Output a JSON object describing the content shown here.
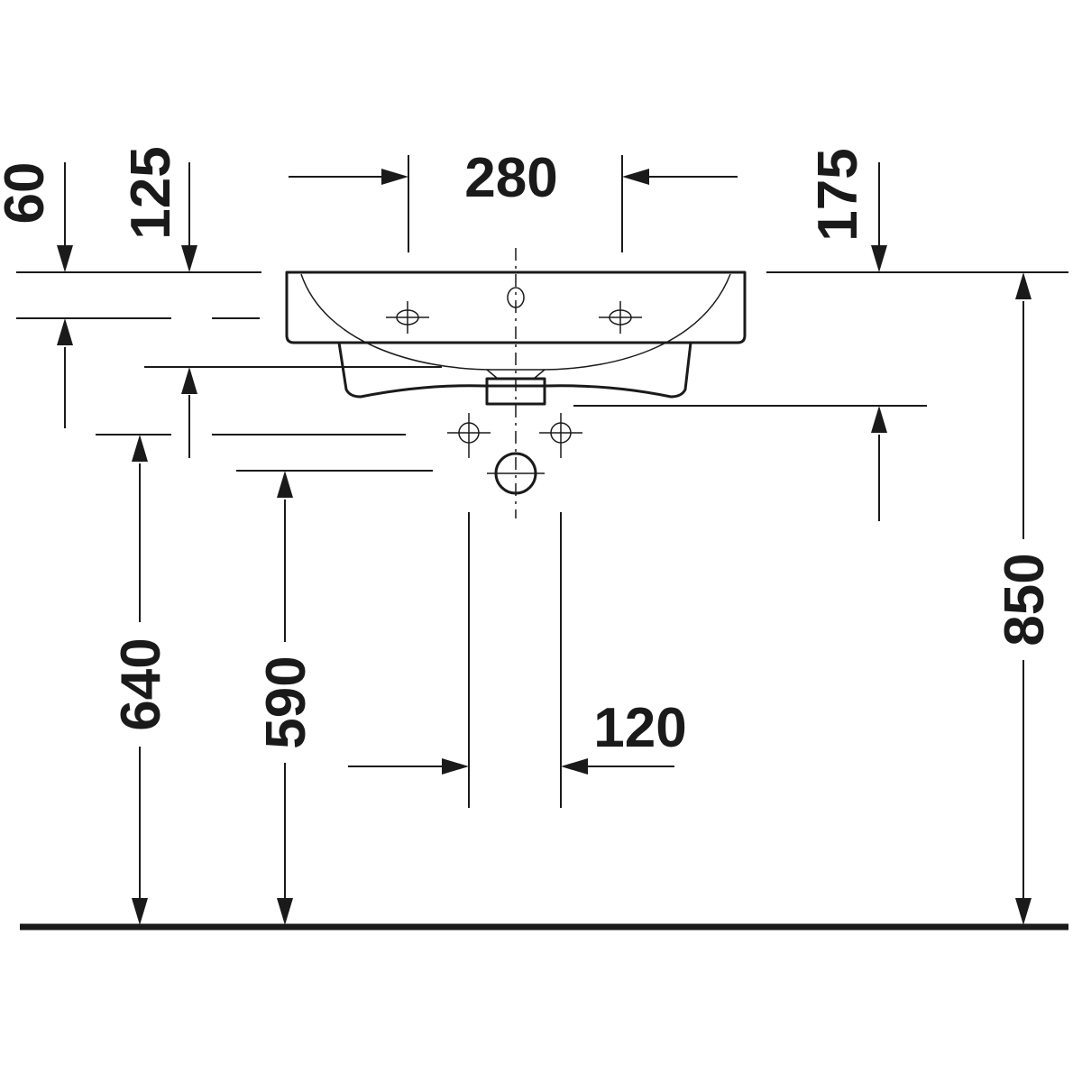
{
  "drawing": {
    "dimensions": {
      "d60": "60",
      "d125": "125",
      "d280": "280",
      "d175": "175",
      "d850": "850",
      "d640": "640",
      "d590": "590",
      "d120": "120"
    }
  }
}
